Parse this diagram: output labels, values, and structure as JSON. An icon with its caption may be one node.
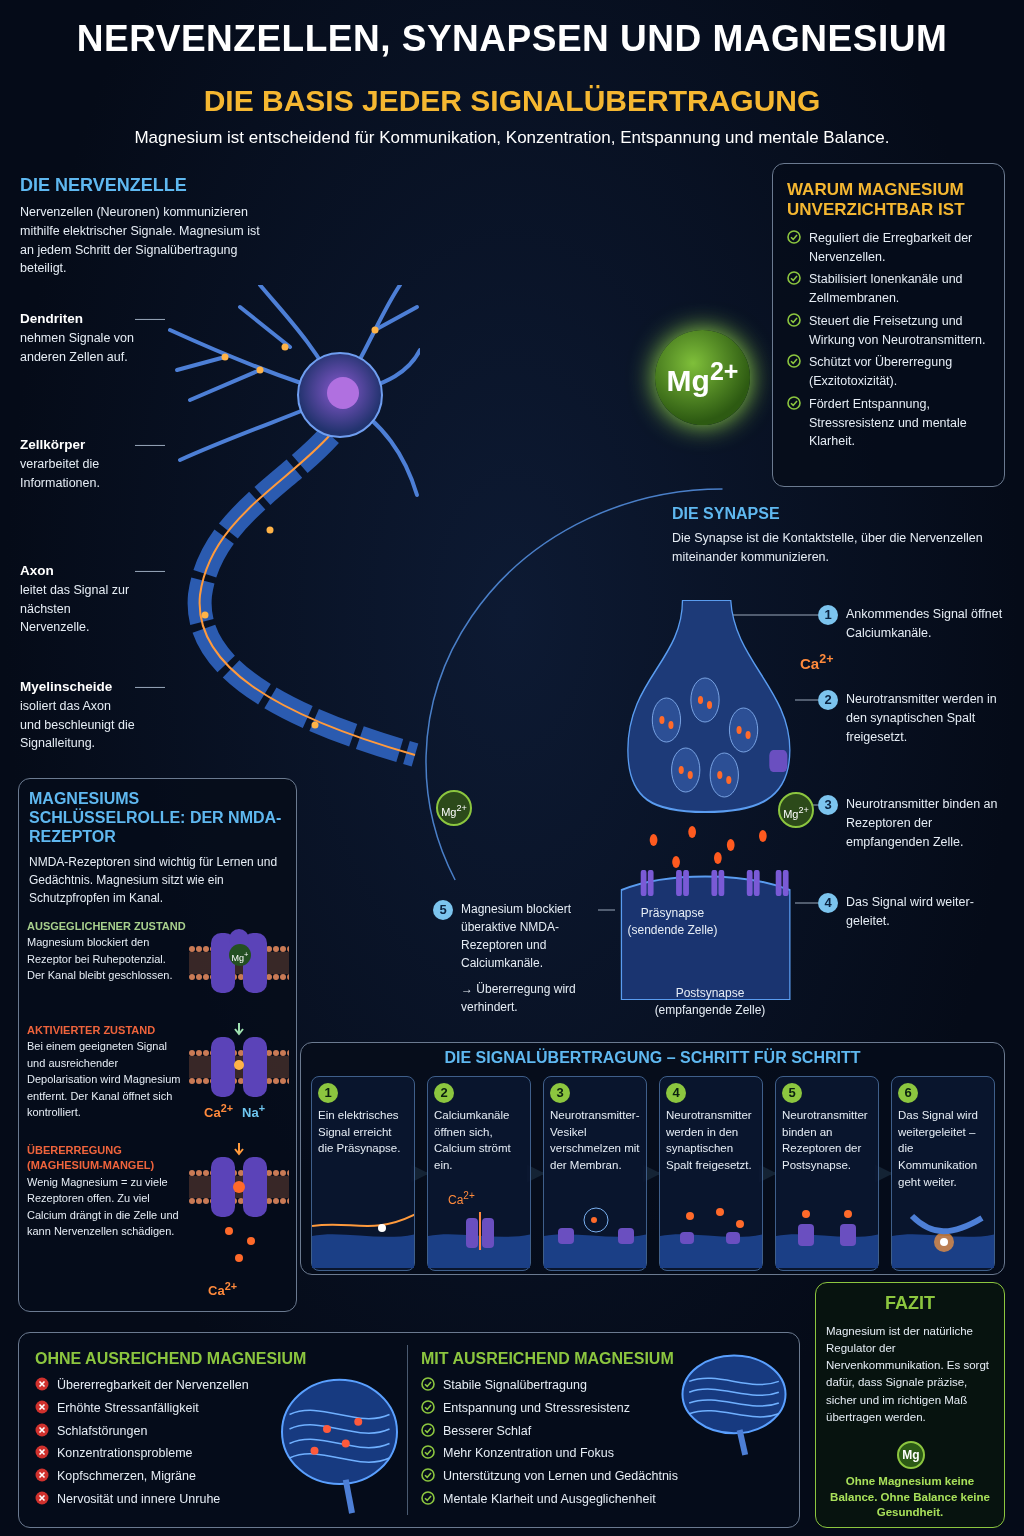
{
  "diagram": {
    "title": "NERVENZELLEN, SYNAPSEN UND MAGNESIUM",
    "nodes": [
      {
        "text": [],
        "shape": "picture"
      },
      {
        "text": [
          "Dendriten",
          "nehmen Signale von anderen Zellen auf."
        ]
      },
      {
        "text": [
          "Zellkörper",
          "verarbeitet die Informationen."
        ]
      },
      {
        "text": [
          "Axon",
          "leitet das Signal zur nächsten Nervenzelle."
        ]
      },
      {
        "text": [
          "Myelinscheide",
          "isoliert das Axon und beschleunigt die Signalleitung."
        ]
      },
      {
        "text": [
          "Mg$^{2+}$"
        ]
      },
      {
        "text": [
          "WARUM MAGNESIUM UNVERZICHTBAR IST",
          "Reguliert die Erregbarkeit der Nervenzellen.",
          "Stabilisiert Ionenkanäle und Zellmembranen.",
          "Steuert die Freisetzung und Wirkung von Neurotransmittern.",
          "Schützt vor Übererregung (Exzitotoxizität).",
          "Fördert Entspannung, Stressresistenz und mentale Klarheit."
        ]
      },
      {
        "text": [
          "DIE SYNAPSE",
          "Die Synapse ist die Kontaktstelle, über die Nervenzellen miteinander kommunizieren."
        ]
      },
      {
        "text": [],
        "shape": "picture",
        "in": 7
      },
      {
        "text": [
          "1",
          "Ankommendes Signal öffnet Calciumkanäle."
        ],
        "in": 7
      },
      {
        "text": [
          "2",
          "Neurotransmitter werden in den synaptischen Spalt freigesetzt."
        ],
        "in": 7
      },
      {
        "text": [
          "3",
          "Neurotransmitter binden an Rezeptoren der empfangenden Zelle."
        ],
        "in": 7
      },
      {
        "text": [
          "4",
          "Das Signal wird weiter-geleitet."
        ],
        "in": 7
      },
      {
        "text": [
          "5",
          "Magnesium blockiert überaktive NMDA-Rezeptoren und Calciumkanäle.",
          "→ Übererregung wird verhindert."
        ],
        "in": 7
      },
      {
        "text": [
          "MAGNESIUMS SCHLÜSSELROLLE: DER NMDA-REZEPTOR",
          "NMDA-Rezeptoren sind wichtig für Lernen und Gedächtnis. Magnesium sitzt wie ein Schutzpfropfen im Kanal."
        ]
      },
      {
        "text": [
          "AUSGEGLICHENER ZUSTAND",
          "Magnesium blockiert den Rezeptor bei Ruhepotenzial. Der Kanal bleibt geschlossen."
        ],
        "in": 14
      },
      {
        "text": [
          "AKTIVIERTER ZUSTAND",
          "Bei einem geeigneten Signal und ausreichender Depolarisation wird Magnesium entfernt. Der Kanal öffnet sich kontrolliert."
        ],
        "in": 14
      },
      {
        "text": [
          "ÜBERERREGUNG (MAGHESIUM-MANGEL)",
          "Wenig Magnesium = zu viele Rezeptoren offen. Zu viel Calcium drängt in die Zelle und kann Nervenzellen schädigen."
        ],
        "in": 14
      },
      {
        "text": [
          "DIE SIGNALÜBERTRAGUNG – SCHRITT FÜR SCHRITT"
        ]
      },
      {
        "text": [
          "1",
          "Ein elektrisches Signal erreicht die Präsynapse."
        ],
        "in": 18
      },
      {
        "text": [
          "2",
          "Calciumkanäle öffnen sich, Calcium strömt ein."
        ],
        "in": 18
      },
      {
        "text": [
          "3",
          "Neurotransmitter-Vesikel verschmelzen mit der Membran."
        ],
        "in": 18
      },
      {
        "text": [
          "4",
          "Neurotransmitter werden in den synaptischen Spalt freigesetzt."
        ],
        "in": 18
      },
      {
        "text": [
          "5",
          "Neurotransmitter binden an Rezeptoren der Postsynapse."
        ],
        "in": 18
      },
      {
        "text": [
          "6",
          "Das Signal wird weitergeleitet – die Kommunikation geht weiter."
        ],
        "in": 18
      },
      {
        "text": [],
        "shape": "box"
      },
      {
        "text": [
          "OHNE AUSREICHEND MAGNESIUM",
          "Übererregbarkeit der Nervenzellen",
          "Erhöhte Stressanfälligkeit",
          "Schlafstörungen",
          "Konzentrationsprobleme",
          "Kopfschmerzen, Migräne",
          "Nervosität und innere Unruhe"
        ],
        "in": 25
      },
      {
        "text": [
          "MIT AUSREICHEND MAGNESIUM",
          "Stabile Signalübertragung",
          "Entspannung und Stressresistenz",
          "Besserer Schlaf",
          "Mehr Konzentration und Fokus",
          "Unterstützung von Lernen und Gedächtnis",
          "Mentale Klarheit und Ausgeglichenheit"
        ],
        "in": 25
      },
      {
        "text": [
          "FAZIT",
          "Magnesium ist der natürliche Regulator der Nervenkommunikation. Es sorgt dafür, dass Signale präzise, sicher und im richtigen Maß übertragen werden.",
          "Ohne Magnesium keine Balance. Ohne Balance keine Gesundheit."
        ]
      },
      {
        "text": [
          "Mg"
        ],
        "in": 28
      }
    ],
    "edges": [
      {
        "from": 1,
        "to": 0,
        "arrow": "none"
      },
      {
        "from": 2,
        "to": 0,
        "arrow": "none"
      },
      {
        "from": 3,
        "to": 0,
        "arrow": "none"
      },
      {
        "from": 4,
        "to": 0,
        "arrow": "none"
      },
      {
        "from": 9,
        "to": 8,
        "arrow": "none"
      },
      {
        "from": 10,
        "to": 8,
        "arrow": "none"
      },
      {
        "from": 11,
        "to": 8,
        "arrow": "none"
      },
      {
        "from": 12,
        "to": 8,
        "arrow": "none"
      },
      {
        "from": 13,
        "to": 8,
        "arrow": "none"
      },
      {
        "from": 19,
        "to": 20,
        "arrow": "to"
      },
      {
        "from": 20,
        "to": 21,
        "arrow": "to"
      },
      {
        "from": 21,
        "to": 22,
        "arrow": "to"
      },
      {
        "from": 22,
        "to": 23,
        "arrow": "to"
      },
      {
        "from": 23,
        "to": 24,
        "arrow": "to"
      }
    ],
    "labels": [
      "DIE BASIS JEDER SIGNALÜBERTRAGUNG",
      "Magnesium ist entscheidend für Kommunikation, Konzentration, Entspannung und mentale Balance.",
      "DIE NERVENZELLE",
      "Nervenzellen (Neuronen) kommunizieren mithilfe elektrischer Signale. Magnesium ist an jedem Schritt der Signalübertragung beteiligt.",
      "Ca$^{2+}$",
      "Mg$^{2+}$",
      "Mg$^{2+}$",
      "Präsynapse (sendende Zelle)",
      "Postsynapse (empfangende Zelle)",
      "Mg$^{+}$",
      "Ca$^{2+}$",
      "Na$^{+}$",
      "Ca$^{2+}$",
      "Ca$^{2+}$"
    ]
  }
}
